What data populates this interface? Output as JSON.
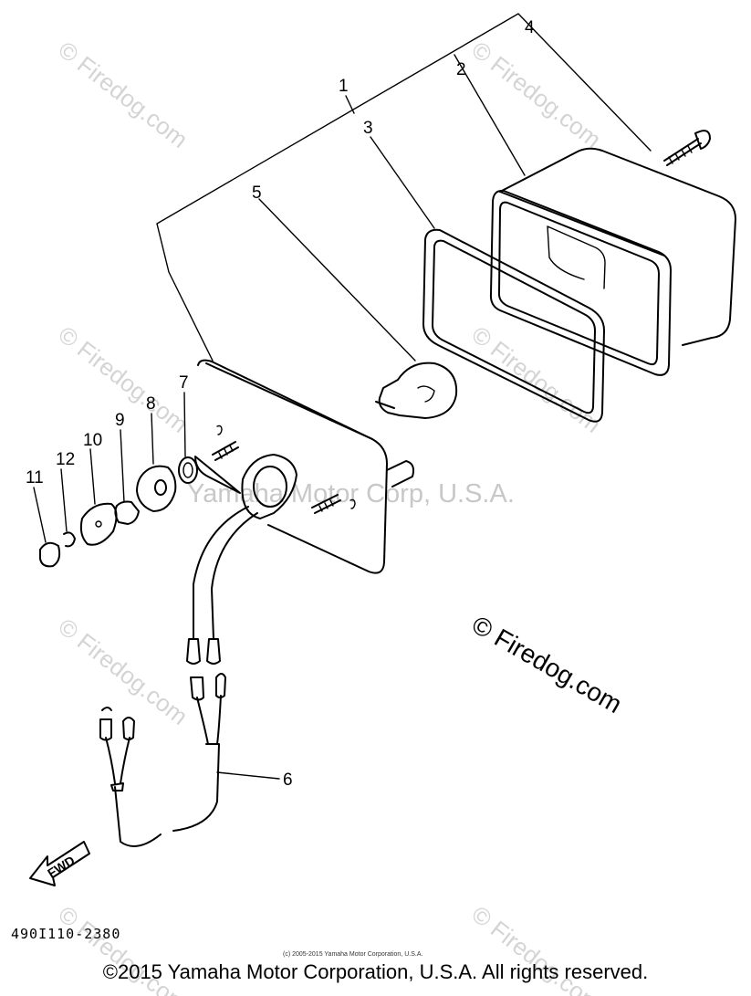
{
  "callouts": [
    "1",
    "2",
    "3",
    "4",
    "5",
    "6",
    "7",
    "8",
    "9",
    "10",
    "11",
    "12"
  ],
  "watermark": {
    "tile_text": "© Firedog.com",
    "center_text": "Yamaha Motor Corp, U.S.A."
  },
  "firedog_mark": "© Firedog.com",
  "fwd_label": "FWD",
  "part_code": "490I110-2380",
  "small_copyright": "(c) 2005-2015 Yamaha Motor Corporation, U.S.A.",
  "footer_copyright": "©2015 Yamaha Motor Corporation, U.S.A. All rights reserved.",
  "colors": {
    "ink": "#000000",
    "watermark": "#d4d4d4",
    "background": "#ffffff"
  }
}
